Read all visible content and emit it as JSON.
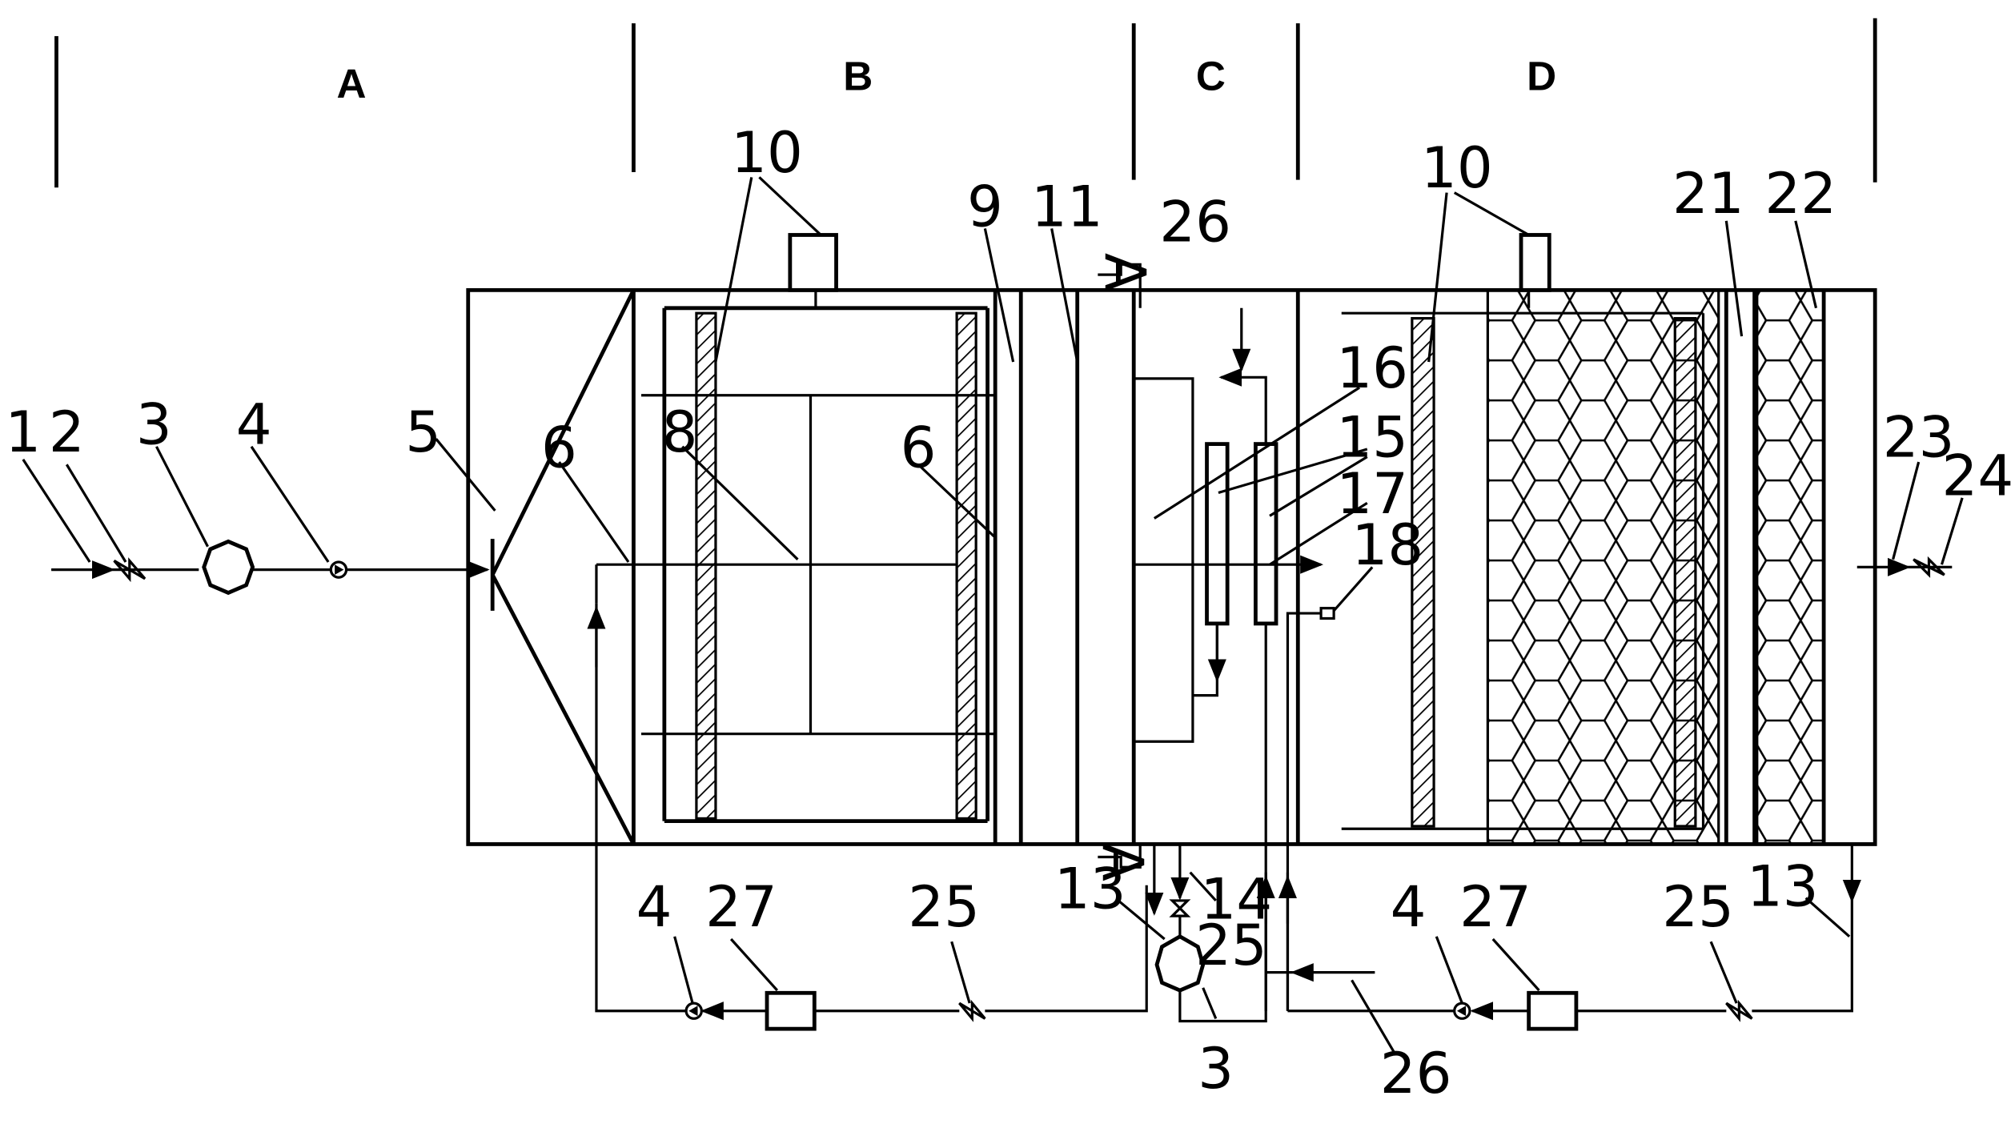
{
  "zones": [
    "A",
    "B",
    "C",
    "D"
  ],
  "labels": {
    "n1": "1",
    "n2": "2",
    "n3": "3",
    "n4": "4",
    "n5": "5",
    "n6": "6",
    "n8": "8",
    "n9": "9",
    "n10": "10",
    "n11": "11",
    "n13": "13",
    "n14": "14",
    "n15": "15",
    "n16": "16",
    "n17": "17",
    "n18": "18",
    "n21": "21",
    "n22": "22",
    "n23": "23",
    "n24": "24",
    "n25": "25",
    "n26": "26",
    "n27": "27"
  },
  "section_mark": "A"
}
